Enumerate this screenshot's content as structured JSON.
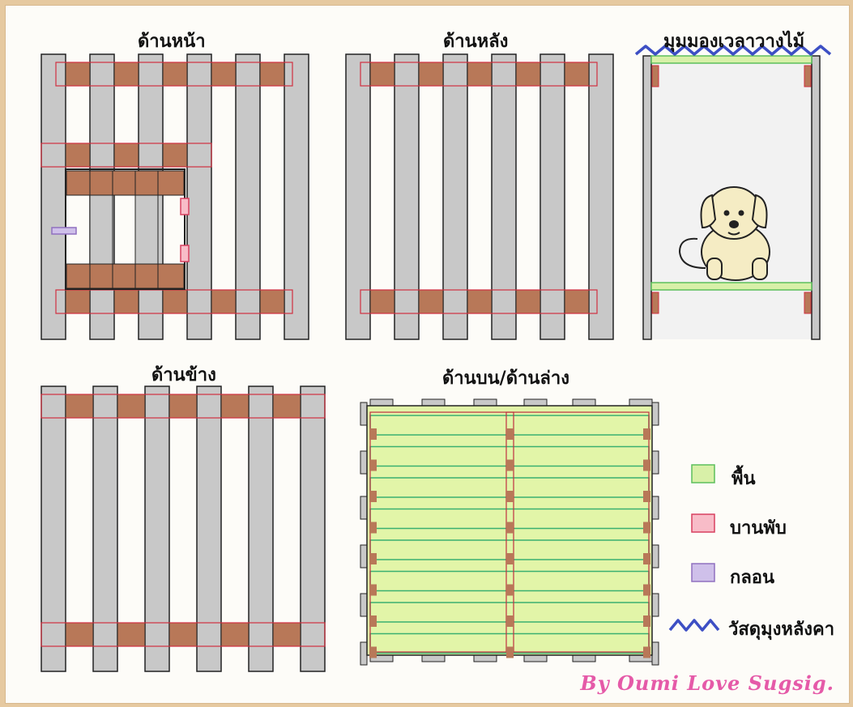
{
  "titles": {
    "front": "ด้านหน้า",
    "back": "ด้านหลัง",
    "perspective": "มุมมองเวลาวางไม้",
    "side": "ด้านข้าง",
    "top_bottom": "ด้านบน/ด้านล่าง"
  },
  "legend": [
    {
      "label": "พื้น",
      "color": "#d8f0a8",
      "border": "#5cbf5c",
      "icon": "floor-swatch"
    },
    {
      "label": "บานพับ",
      "color": "#f8bcc8",
      "border": "#d84060",
      "icon": "hinge-swatch"
    },
    {
      "label": "กลอน",
      "color": "#cfc0ea",
      "border": "#9070c0",
      "icon": "latch-swatch"
    },
    {
      "label": "วัสดุมุงหลังคา",
      "color": "#3d4fc4",
      "border": "#3d4fc4",
      "icon": "roofing-wave"
    }
  ],
  "credit": "By Oumi Love Sugsig.",
  "colors": {
    "slat": "#c8c8c8",
    "beam": "#b87858",
    "beam_outline": "#d03040",
    "floor": "#e2f5a8",
    "floor_line": "#3ab070",
    "roof": "#3d4fc4",
    "dog": "#f5ecc4"
  }
}
